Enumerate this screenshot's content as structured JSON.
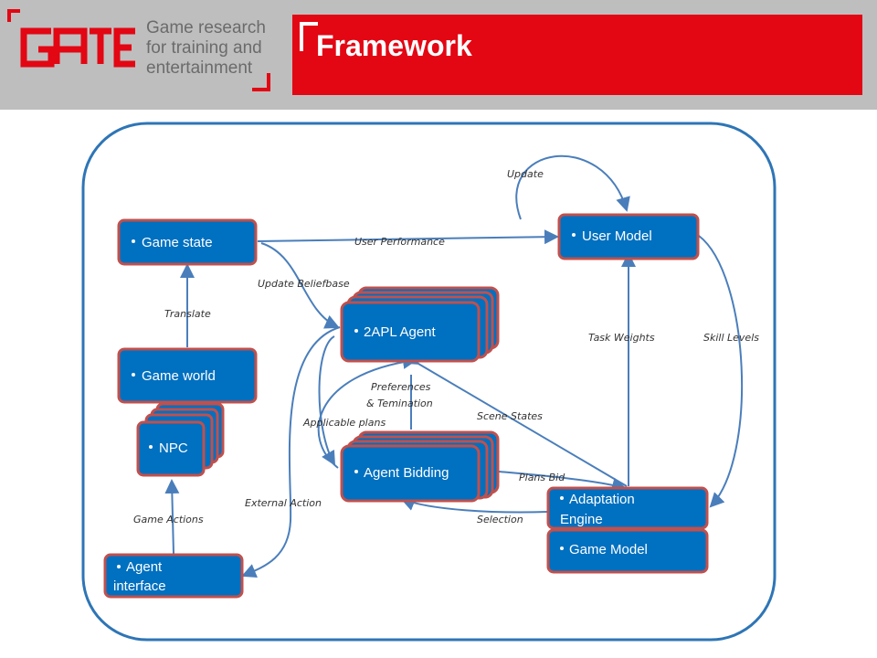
{
  "header": {
    "logo_text": "Game research\nfor training and\nentertainment",
    "logo_word": "GATE",
    "title": "Framework"
  },
  "colors": {
    "header_band": "#bebebe",
    "title_box": "#e30613",
    "frame": "#2e75b6",
    "node_fill": "#0070c0",
    "node_border": "#c0504d",
    "arrow": "#4a7ebb",
    "logo": "#e30613"
  },
  "nodes": {
    "game_state": "Game state",
    "game_world": "Game world",
    "npc": "NPC",
    "agent_interface": "Agent interface",
    "apl_agent": "2APL Agent",
    "agent_bidding": "Agent Bidding",
    "user_model": "User Model",
    "adaptation_engine": "Adaptation Engine",
    "game_model": "Game Model"
  },
  "edges": {
    "update": "Update",
    "user_performance": "User Performance",
    "update_beliefbase": "Update Beliefbase",
    "translate": "Translate",
    "task_weights": "Task Weights",
    "skill_levels": "Skill Levels",
    "preferences": "Preferences",
    "termination": "& Temination",
    "applicable_plans": "Applicable plans",
    "scene_states": "Scene States",
    "plans_bid": "Plans Bid",
    "external_action": "External Action",
    "game_actions": "Game Actions",
    "selection": "Selection"
  }
}
